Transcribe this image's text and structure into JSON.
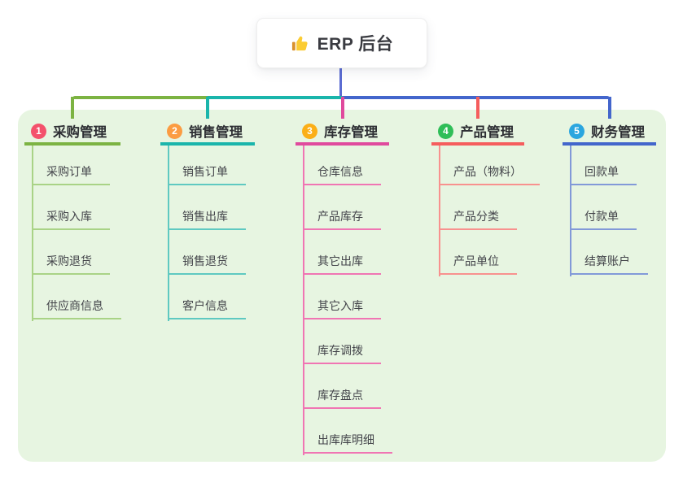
{
  "root": {
    "title": "ERP 后台",
    "icon": "thumbs-up-icon"
  },
  "colors": {
    "panel_bg": "#e7f5e1",
    "root_connector": "#5b6cd2",
    "thumb_hand": "#fbcc33",
    "thumb_cuff": "#d9912c"
  },
  "branches": [
    {
      "num": "1",
      "label": "采购管理",
      "badge_color": "#f4516c",
      "line_color": "#7cb342",
      "child_line_color": "#a9d386",
      "children": [
        "采购订单",
        "采购入库",
        "采购退货",
        "供应商信息"
      ]
    },
    {
      "num": "2",
      "label": "销售管理",
      "badge_color": "#fb9c42",
      "line_color": "#1ab5ab",
      "child_line_color": "#5fc9c1",
      "children": [
        "销售订单",
        "销售出库",
        "销售退货",
        "客户信息"
      ]
    },
    {
      "num": "3",
      "label": "库存管理",
      "badge_color": "#fbaf17",
      "line_color": "#e04a9d",
      "child_line_color": "#f075b3",
      "children": [
        "仓库信息",
        "产品库存",
        "其它出库",
        "其它入库",
        "库存调拨",
        "库存盘点",
        "出库库明细"
      ]
    },
    {
      "num": "4",
      "label": "产品管理",
      "badge_color": "#2fbe58",
      "line_color": "#f55d5d",
      "child_line_color": "#f8918e",
      "children": [
        "产品（物料）",
        "产品分类",
        "产品单位"
      ]
    },
    {
      "num": "5",
      "label": "财务管理",
      "badge_color": "#2ba6df",
      "line_color": "#4366cc",
      "child_line_color": "#8299d8",
      "children": [
        "回款单",
        "付款单",
        "结算账户"
      ]
    }
  ]
}
